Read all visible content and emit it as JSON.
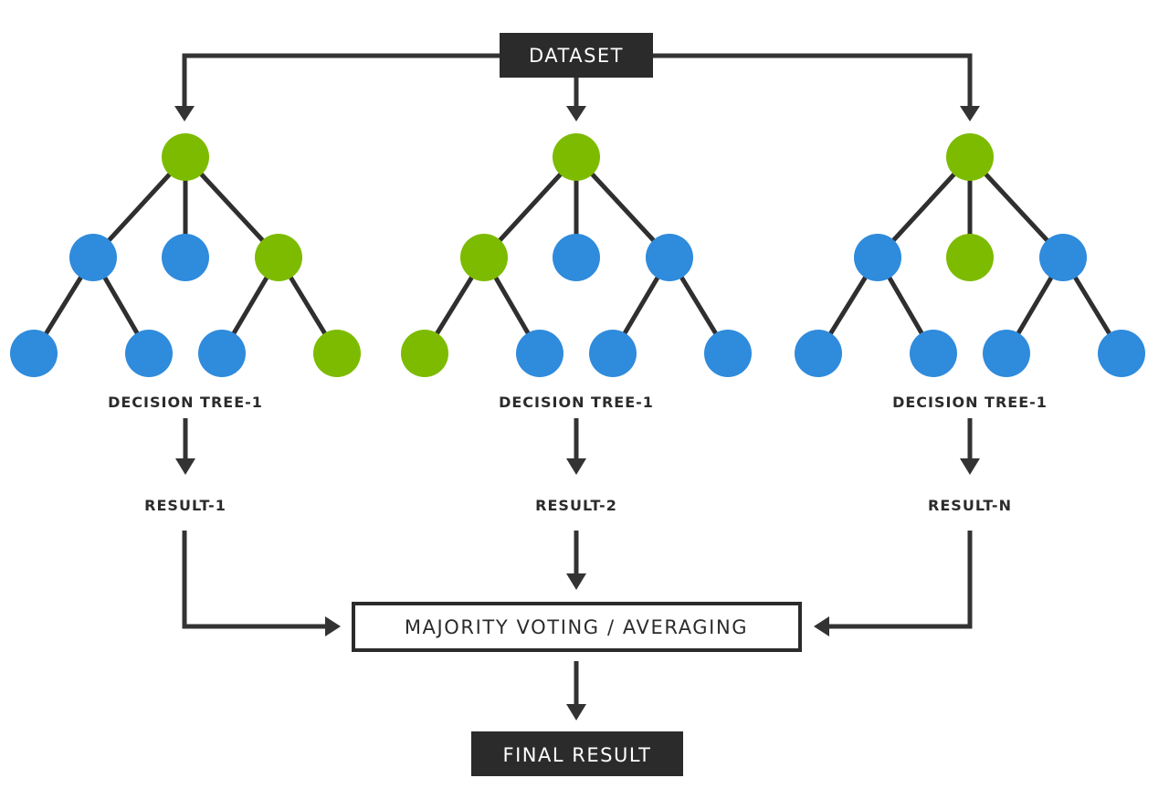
{
  "dataset_label": "DATASET",
  "trees": [
    {
      "label": "DECISION TREE-1",
      "result": "RESULT-1",
      "nodes": {
        "root": "green",
        "left": "blue",
        "middle": "blue",
        "right": "green",
        "left_left": "blue",
        "left_right": "blue",
        "right_left": "blue",
        "right_right": "green"
      }
    },
    {
      "label": "DECISION TREE-1",
      "result": "RESULT-2",
      "nodes": {
        "root": "green",
        "left": "green",
        "middle": "blue",
        "right": "blue",
        "left_left": "green",
        "left_right": "blue",
        "right_left": "blue",
        "right_right": "blue"
      }
    },
    {
      "label": "DECISION TREE-1",
      "result": "RESULT-N",
      "nodes": {
        "root": "green",
        "left": "blue",
        "middle": "green",
        "right": "blue",
        "left_left": "blue",
        "left_right": "blue",
        "right_left": "blue",
        "right_right": "blue"
      }
    }
  ],
  "aggregation_label": "MAJORITY VOTING / AVERAGING",
  "final_label": "FINAL RESULT",
  "colors": {
    "green": "#7DBB00",
    "blue": "#2F8BDC",
    "dark_box": "#2B2B2B",
    "line": "#333333"
  }
}
